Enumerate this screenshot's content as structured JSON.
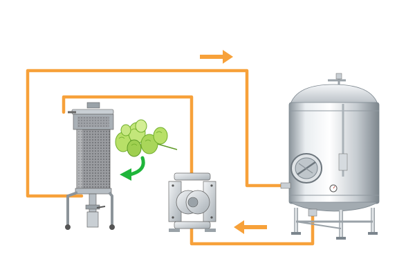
{
  "diagram": {
    "components": [
      {
        "id": "hop-filter",
        "kind": "filter-housing"
      },
      {
        "id": "hops",
        "kind": "hop-cones"
      },
      {
        "id": "pump",
        "kind": "diaphragm-pump"
      },
      {
        "id": "tank",
        "kind": "bright-beer-tank"
      }
    ],
    "flow_direction_arrows": [
      {
        "id": "top",
        "direction": "right"
      },
      {
        "id": "bottom",
        "direction": "left"
      },
      {
        "id": "hops-to-filter",
        "direction": "down-left"
      }
    ]
  },
  "colors": {
    "pipe": "#f7a13a",
    "flow_arrow": "#f7a13a",
    "hop_arrow": "#1fb53a",
    "hops_light": "#b8e068",
    "hops_dark": "#6fae2a",
    "steel_light": "#eceff1",
    "steel_mid": "#b9c0c6",
    "steel_dark": "#7b858d",
    "mesh": "#8d8f93"
  }
}
